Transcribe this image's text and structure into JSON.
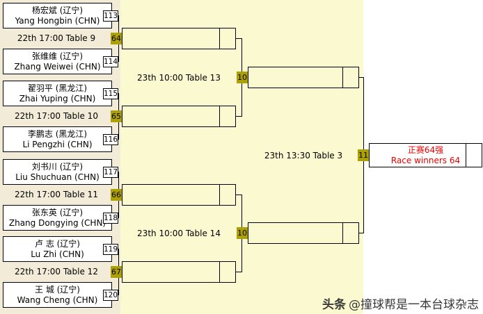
{
  "colors": {
    "left_band": "#F1EBD7",
    "middle_band": "#FBF9D0",
    "match_tag_bg": "#ADA005",
    "winner_text": "#EE0000",
    "box_border": "#000000"
  },
  "players": [
    {
      "cn": "杨宏斌 (辽宁)",
      "en": "Yang Hongbin (CHN)",
      "seed": "113"
    },
    {
      "cn": "张维维 (辽宁)",
      "en": "Zhang Weiwei (CHN)",
      "seed": "114"
    },
    {
      "cn": "翟羽平 (黑龙江)",
      "en": "Zhai Yuping (CHN)",
      "seed": "115"
    },
    {
      "cn": "李鹏志 (黑龙江)",
      "en": "Li Pengzhi (CHN)",
      "seed": "116"
    },
    {
      "cn": "刘书川 (辽宁)",
      "en": "Liu Shuchuan (CHN)",
      "seed": "117"
    },
    {
      "cn": "张东英 (辽宁)",
      "en": "Zhang Dongying (CHN)",
      "seed": "118"
    },
    {
      "cn": "卢 志 (辽宁)",
      "en": "Lu Zhi (CHN)",
      "seed": "119"
    },
    {
      "cn": "王 城 (辽宁)",
      "en": "Wang Cheng (CHN)",
      "seed": "120"
    }
  ],
  "round1": {
    "matches": [
      {
        "schedule": "22th 17:00 Table 9",
        "match_no": "64"
      },
      {
        "schedule": "22th 17:00 Table 10",
        "match_no": "65"
      },
      {
        "schedule": "22th 17:00 Table 11",
        "match_no": "66"
      },
      {
        "schedule": "22th 17:00 Table 12",
        "match_no": "67"
      }
    ]
  },
  "round2": {
    "matches": [
      {
        "schedule": "23th 10:00 Table 13",
        "match_no": "10"
      },
      {
        "schedule": "23th 10:00 Table 14",
        "match_no": "10"
      }
    ]
  },
  "semifinal": {
    "schedule": "23th 13:30 Table 3",
    "match_no": "11"
  },
  "winner": {
    "line1": "正赛64强",
    "line2": "Race winners 64"
  },
  "watermark": {
    "brand": "头条",
    "account": "@撞球帮是一本台球杂志"
  }
}
